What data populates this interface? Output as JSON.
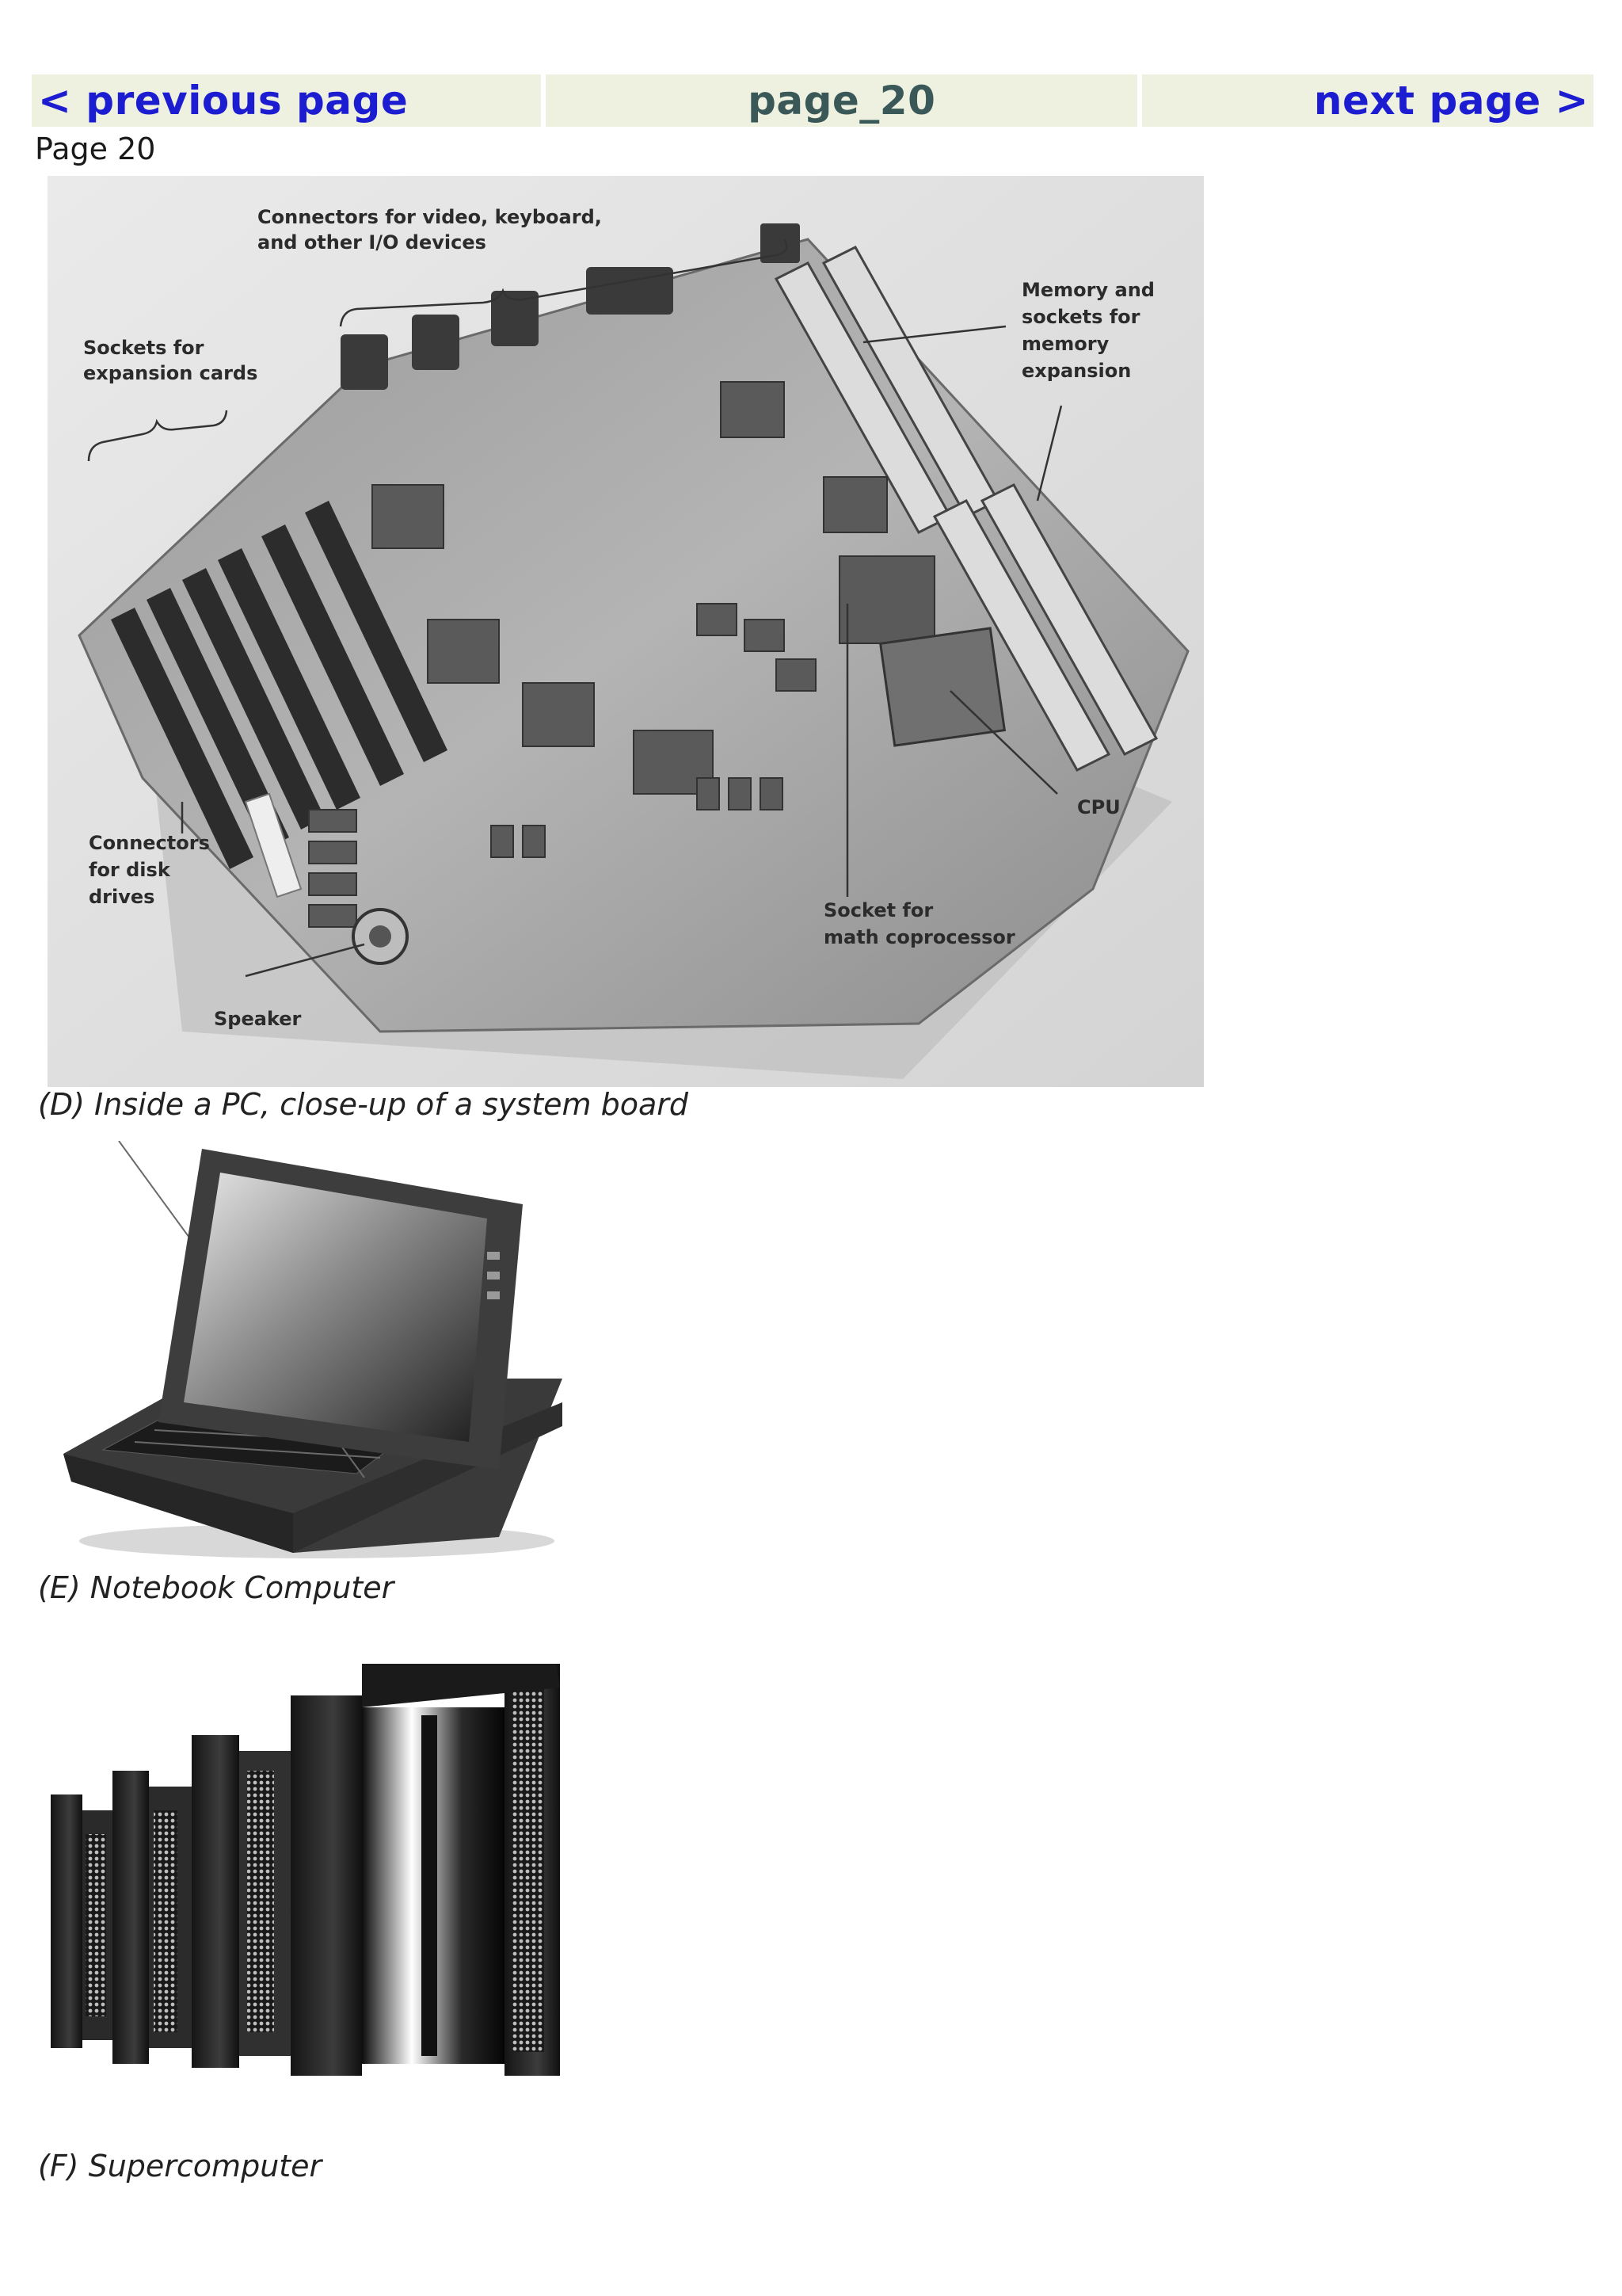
{
  "nav": {
    "previous": "< previous page",
    "current": "page_20",
    "next": "next page >"
  },
  "page_label": "Page 20",
  "figures": [
    {
      "id": "D",
      "caption": "(D) Inside a PC, close-up of a system board",
      "callouts": {
        "connectors_io_1": "Connectors for video, keyboard,",
        "connectors_io_2": "and other I/O devices",
        "sockets_exp_1": "Sockets for",
        "sockets_exp_2": "expansion cards",
        "memory_1": "Memory and",
        "memory_2": "sockets for",
        "memory_3": "memory",
        "memory_4": "expansion",
        "disk_1": "Connectors",
        "disk_2": "for disk",
        "disk_3": "drives",
        "cpu": "CPU",
        "socket_math_1": "Socket for",
        "socket_math_2": "math coprocessor",
        "speaker": "Speaker"
      }
    },
    {
      "id": "E",
      "caption": "(E) Notebook Computer"
    },
    {
      "id": "F",
      "caption": "(F) Supercomputer"
    }
  ]
}
